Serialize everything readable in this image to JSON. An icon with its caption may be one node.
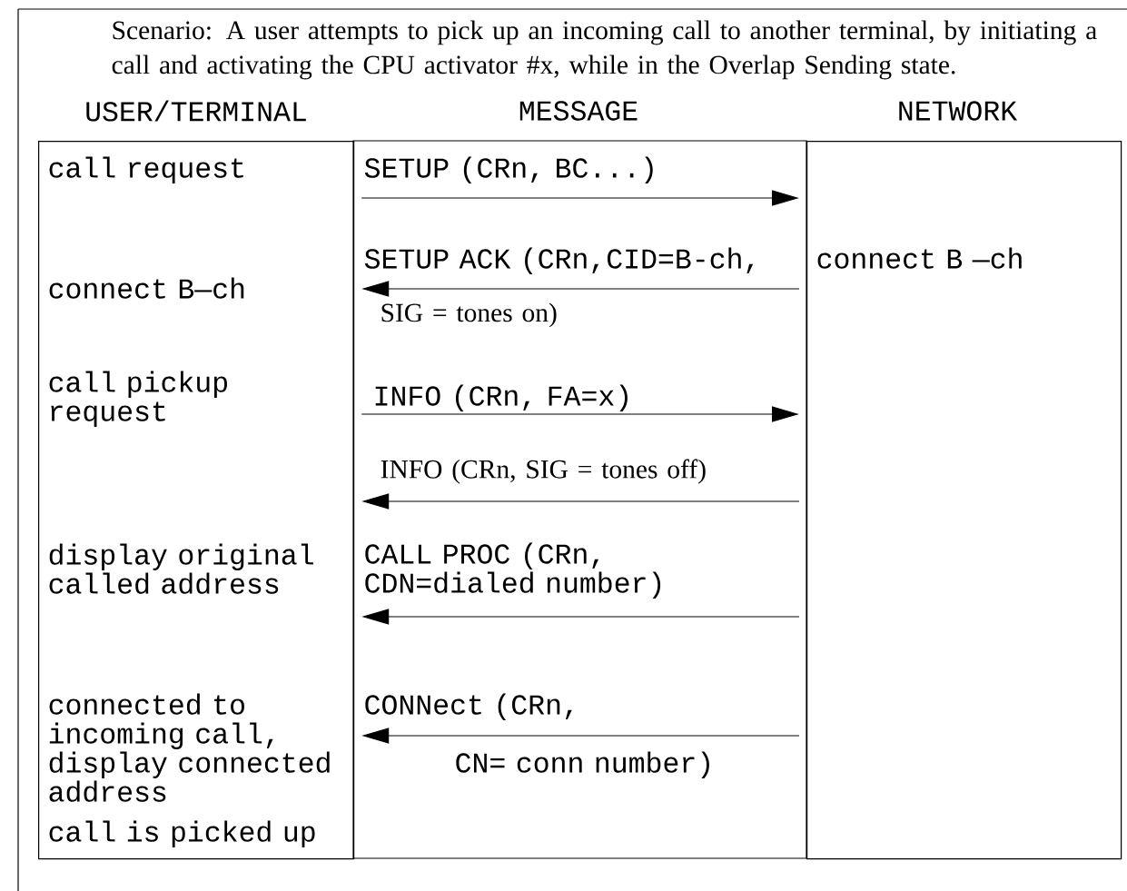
{
  "diagram": {
    "nodes": [
      {
        "text": [
          "call request",
          "connect B—ch",
          "call pickup request",
          "display original called address",
          "connected to incoming call, display connected address",
          "call is picked up"
        ]
      },
      {
        "text": [
          "connect B —ch"
        ]
      }
    ],
    "edges": [
      {
        "from": 0,
        "to": 1,
        "arrow": "to",
        "label": "SETUP (CRn, BC...)"
      },
      {
        "from": 1,
        "to": 0,
        "arrow": "to",
        "label": "SETUP ACK (CRn,CID=B-ch,"
      },
      {
        "from": 0,
        "to": 1,
        "arrow": "to",
        "label": "INFO (CRn, FA=x)"
      },
      {
        "from": 1,
        "to": 0,
        "arrow": "to",
        "label": "INFO (CRn, SIG = tones off)"
      },
      {
        "from": 1,
        "to": 0,
        "arrow": "to",
        "label": "CALL PROC (CRn, CDN=dialed number)"
      },
      {
        "from": 1,
        "to": 0,
        "arrow": "to",
        "label": "CONNect (CRn,"
      }
    ],
    "labels": [
      "Scenario: A user attempts to pick up an incoming call to another terminal, by initiating a call and activating the CPU activator #x, while in the Overlap Sending state.",
      "USER/TERMINAL",
      "MESSAGE",
      "NETWORK",
      "SIG = tones on)",
      "CN= conn number)"
    ]
  }
}
